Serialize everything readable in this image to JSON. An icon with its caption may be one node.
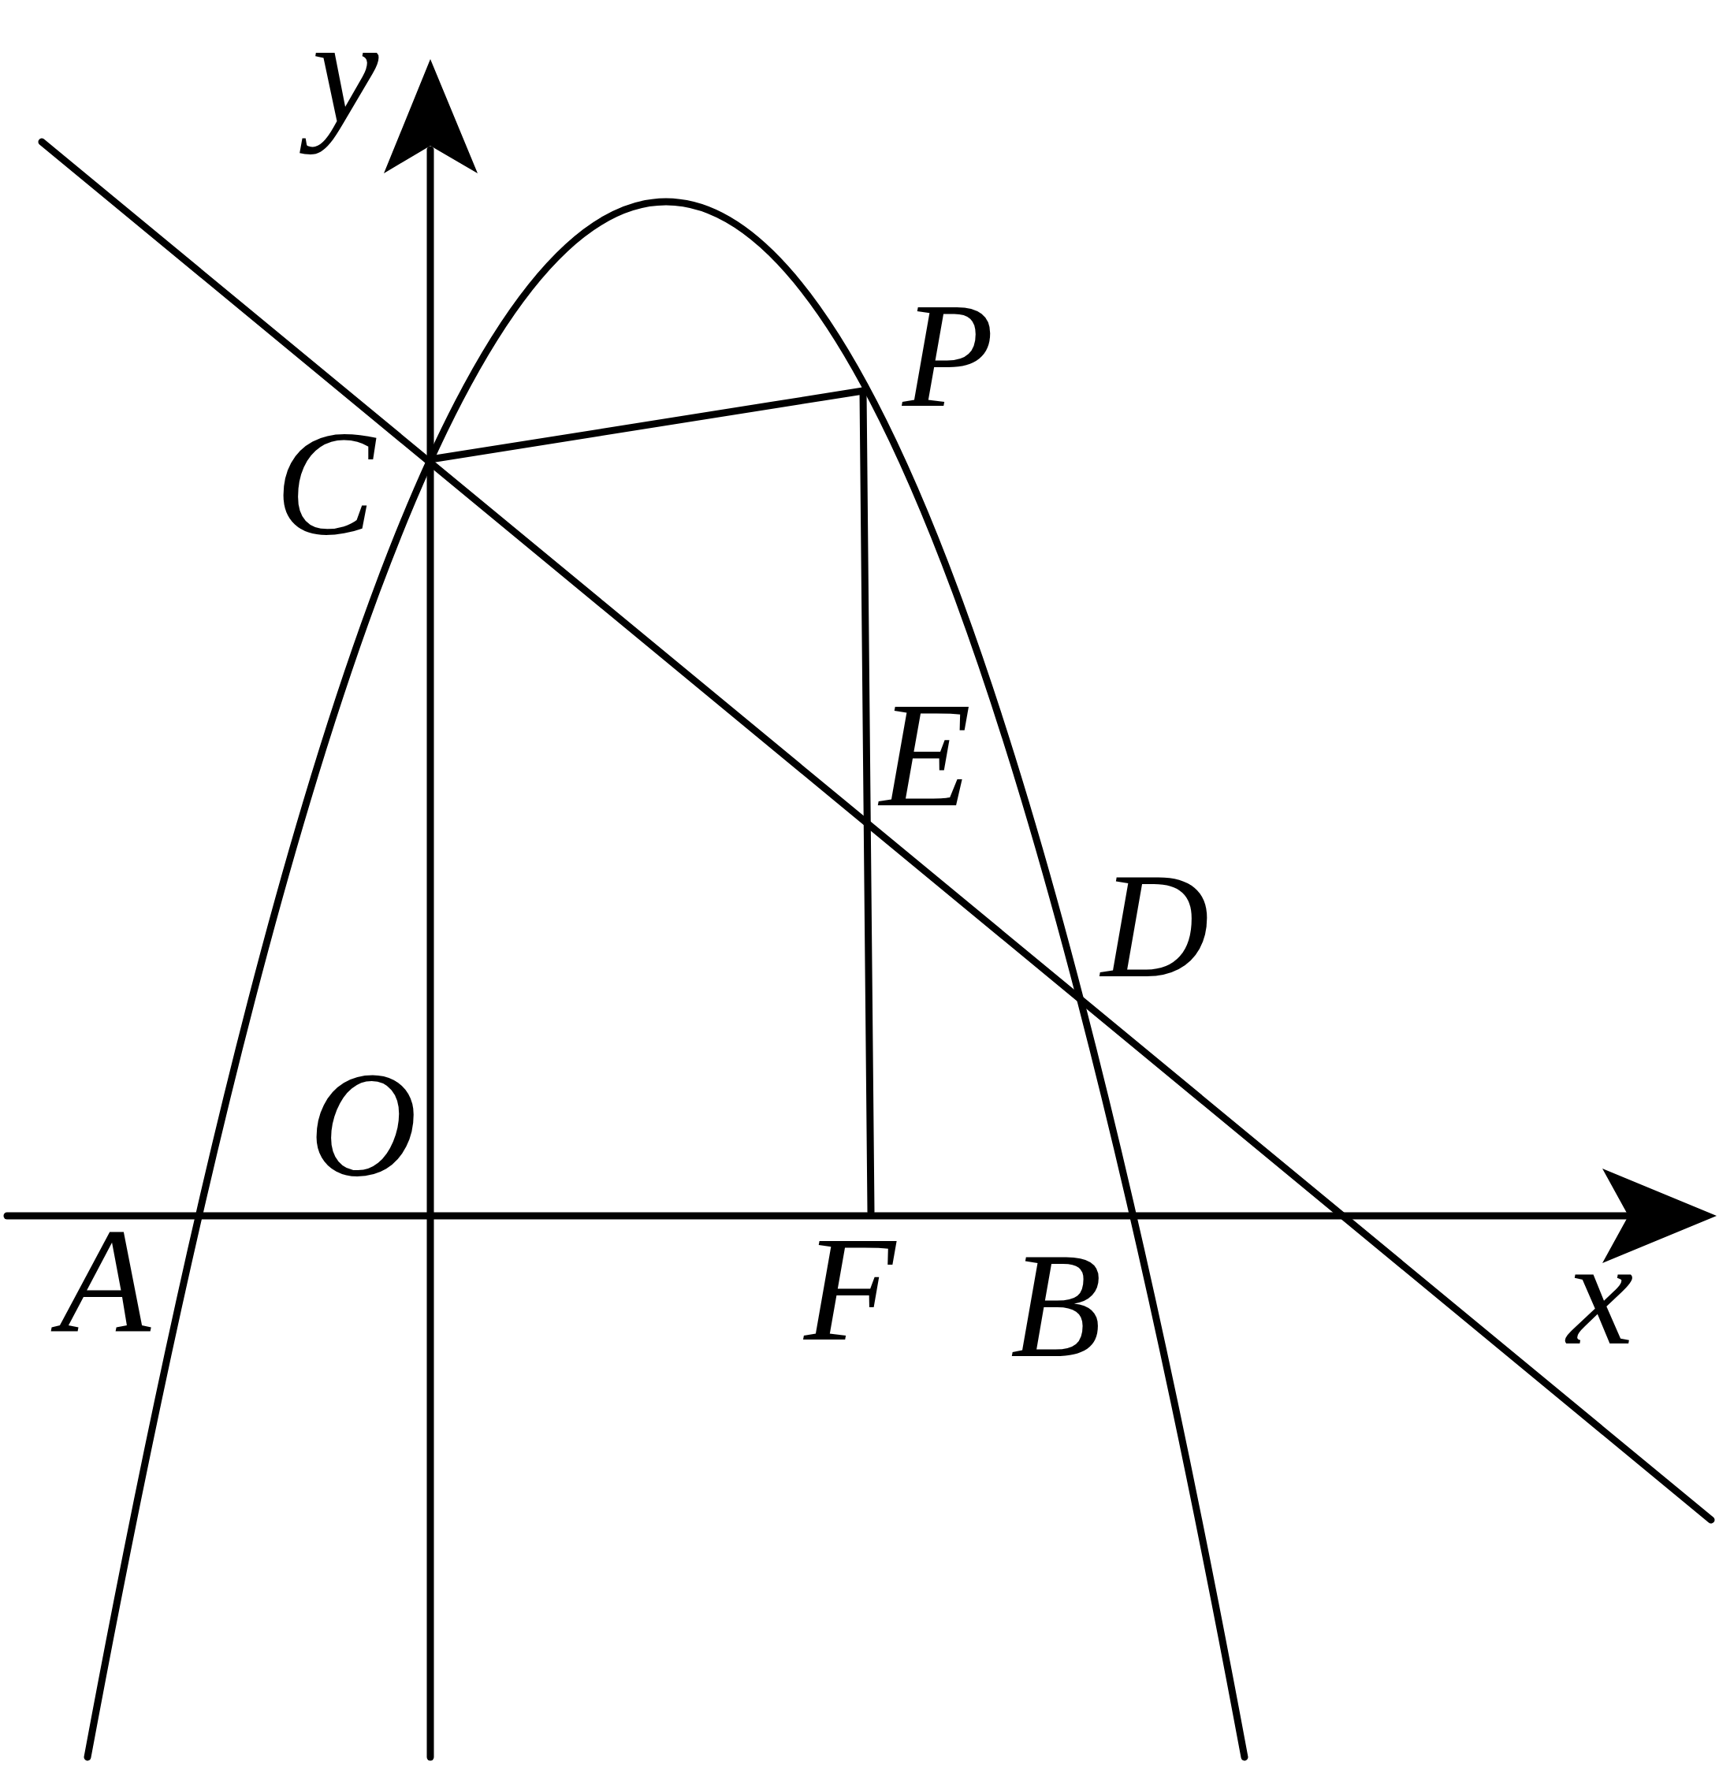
{
  "diagram": {
    "labels": [
      "y",
      "P",
      "C",
      "E",
      "D",
      "O",
      "x",
      "A",
      "F",
      "B"
    ]
  }
}
